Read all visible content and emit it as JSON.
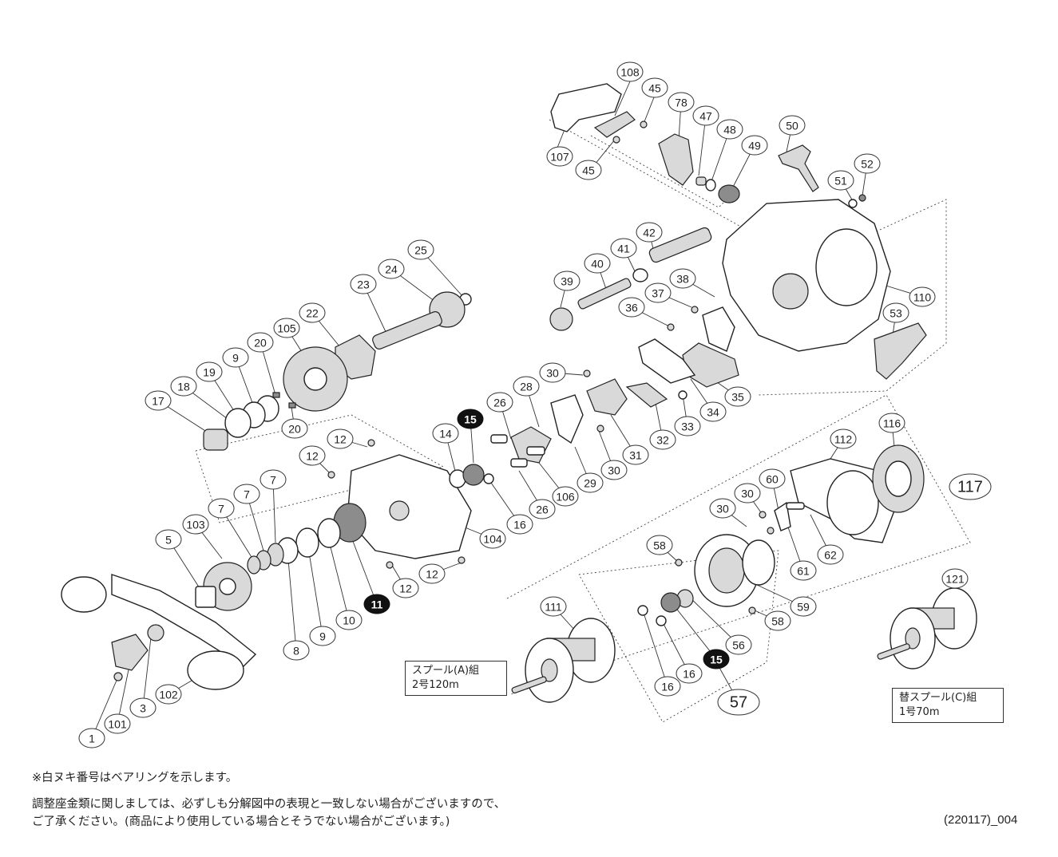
{
  "callouts": [
    {
      "label": "108"
    },
    {
      "label": "45"
    },
    {
      "label": "78"
    },
    {
      "label": "47"
    },
    {
      "label": "48"
    },
    {
      "label": "49"
    },
    {
      "label": "107"
    },
    {
      "label": "45"
    },
    {
      "label": "50"
    },
    {
      "label": "51"
    },
    {
      "label": "52"
    },
    {
      "label": "42"
    },
    {
      "label": "41"
    },
    {
      "label": "40"
    },
    {
      "label": "39"
    },
    {
      "label": "38"
    },
    {
      "label": "37"
    },
    {
      "label": "36"
    },
    {
      "label": "110"
    },
    {
      "label": "53"
    },
    {
      "label": "25"
    },
    {
      "label": "24"
    },
    {
      "label": "23"
    },
    {
      "label": "22"
    },
    {
      "label": "105"
    },
    {
      "label": "20"
    },
    {
      "label": "9"
    },
    {
      "label": "19"
    },
    {
      "label": "18"
    },
    {
      "label": "17"
    },
    {
      "label": "20"
    },
    {
      "label": "30"
    },
    {
      "label": "28"
    },
    {
      "label": "26"
    },
    {
      "label": "35"
    },
    {
      "label": "34"
    },
    {
      "label": "33"
    },
    {
      "label": "32"
    },
    {
      "label": "31"
    },
    {
      "label": "30"
    },
    {
      "label": "29"
    },
    {
      "label": "106"
    },
    {
      "label": "26"
    },
    {
      "label": "14"
    },
    {
      "label": "15",
      "filled": true
    },
    {
      "label": "16"
    },
    {
      "label": "104"
    },
    {
      "label": "12"
    },
    {
      "label": "12"
    },
    {
      "label": "12"
    },
    {
      "label": "12"
    },
    {
      "label": "7"
    },
    {
      "label": "7"
    },
    {
      "label": "7"
    },
    {
      "label": "103"
    },
    {
      "label": "5"
    },
    {
      "label": "11",
      "filled": true
    },
    {
      "label": "10"
    },
    {
      "label": "9"
    },
    {
      "label": "8"
    },
    {
      "label": "3"
    },
    {
      "label": "101"
    },
    {
      "label": "1"
    },
    {
      "label": "102"
    },
    {
      "label": "116"
    },
    {
      "label": "112"
    },
    {
      "label": "117",
      "big": true
    },
    {
      "label": "60"
    },
    {
      "label": "30"
    },
    {
      "label": "30"
    },
    {
      "label": "62"
    },
    {
      "label": "61"
    },
    {
      "label": "58"
    },
    {
      "label": "59"
    },
    {
      "label": "58"
    },
    {
      "label": "56"
    },
    {
      "label": "15",
      "filled": true
    },
    {
      "label": "16"
    },
    {
      "label": "16"
    },
    {
      "label": "57",
      "big": true
    },
    {
      "label": "111"
    },
    {
      "label": "121"
    }
  ],
  "boxes": {
    "spool_a": {
      "line1": "スプール(A)組",
      "line2": "2号120m"
    },
    "spool_c": {
      "line1": "替スプール(C)組",
      "line2": "1号70m"
    }
  },
  "notes": {
    "bearing_note": "※白ヌキ番号はベアリングを示します。",
    "adjust_line1": "調整座金類に関しましては、必ずしも分解図中の表現と一致しない場合がございますので、",
    "adjust_line2": "ご了承ください。(商品により使用している場合とそうでない場合がございます。)"
  },
  "doc_id": "(220117)_004"
}
